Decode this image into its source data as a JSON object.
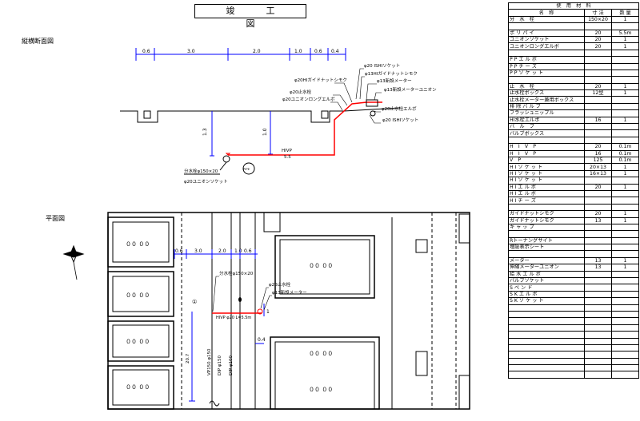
{
  "drawing": {
    "title": "竣　工　図",
    "section_label": "縦横断面図",
    "plan_label": "平面図"
  },
  "section": {
    "dims": [
      "0.6",
      "3.0",
      "2.0",
      "1.0",
      "0.6",
      "0.4"
    ],
    "labels": [
      "φ20 ISHIソケット",
      "φ20HIガイドナットシモク",
      "φ13HIガイドナットシモク",
      "φ13新設メーター",
      "φ20止水栓",
      "φ13新設メーターユニオン",
      "φ20ユニオンロングエルボ",
      "φ20止水栓エルボ",
      "φ20 ISHIソケット"
    ],
    "depths": [
      "1.3",
      "1.0"
    ],
    "pipe_label": "HIVP",
    "pipe_len": "5.5",
    "branch_labels": [
      "分水栓φ150×20",
      "φ20ユニオンソケット"
    ],
    "badge": "PIPE"
  },
  "plan": {
    "blocks": [
      "００ ００",
      "００ ００",
      "００ ００",
      "００ ００",
      "００ ００",
      "００ ００",
      "００ ００"
    ],
    "dims": [
      "0.6",
      "3.0",
      "2.0",
      "1.0",
      "0.6"
    ],
    "labels": [
      "分水栓φ150×20",
      "φ20止水栓",
      "φ13新設メーター",
      "HIVP φ20 L=5.5m"
    ],
    "vertical_labels": [
      "20.7",
      "VP150 φ150",
      "DIP φ150",
      "DIP φ100"
    ],
    "small_dims": [
      "0.4",
      "1"
    ],
    "marker": "①"
  },
  "table": {
    "title": "使　用　材　料",
    "headers": [
      "名　称",
      "寸 法",
      "数 量"
    ],
    "rows": [
      [
        "分　水　栓",
        "150×20",
        "1"
      ],
      [
        "",
        "",
        ""
      ],
      [
        "ポ リ パ イ",
        "20",
        "5.5m"
      ],
      [
        "ユニオンソケット",
        "20",
        "1"
      ],
      [
        "ユニオンロングエルボ",
        "20",
        "1"
      ],
      [
        "",
        "",
        ""
      ],
      [
        "P P エ ル ボ",
        "",
        ""
      ],
      [
        "P P チ ー ズ",
        "",
        ""
      ],
      [
        "P P ソ ケ ッ ト",
        "",
        ""
      ],
      [
        "",
        "",
        ""
      ],
      [
        "止　水　栓",
        "20",
        "1"
      ],
      [
        "止水栓ボックス",
        "12型",
        "1"
      ],
      [
        "止水栓メーター兼用ボックス",
        "",
        ""
      ],
      [
        "排 除 バ ル ブ",
        "",
        ""
      ],
      [
        "フラッシュニップル",
        "",
        ""
      ],
      [
        "HI水栓エルボ",
        "16",
        "1"
      ],
      [
        "バ　ル　ブ",
        "",
        ""
      ],
      [
        "バルブボックス",
        "",
        ""
      ],
      [
        "",
        "",
        ""
      ],
      [
        "H　I　V　P",
        "20",
        "0.1m"
      ],
      [
        "H　I　V　P",
        "16",
        "0.1m"
      ],
      [
        "V　P",
        "125",
        "0.1m"
      ],
      [
        "H I ソ ケ ッ ト",
        "20×13",
        "1"
      ],
      [
        "H I ソ ケ ッ ト",
        "16×13",
        "1"
      ],
      [
        "H I ソ ケ ッ ト",
        "",
        ""
      ],
      [
        "H I エ ル ボ",
        "20",
        "1"
      ],
      [
        "H I エ ル ボ",
        "",
        ""
      ],
      [
        "H I チ ー ズ",
        "",
        ""
      ],
      [
        "",
        "",
        ""
      ],
      [
        "ガイドナットシモク",
        "20",
        "1"
      ],
      [
        "ガイドナットシモク",
        "13",
        "1"
      ],
      [
        "キ ャ ッ プ",
        "",
        ""
      ],
      [
        "",
        "",
        ""
      ],
      [
        "Rトーナングサイト",
        "",
        ""
      ],
      [
        "埋設表示シート",
        "",
        ""
      ],
      [
        "",
        "",
        ""
      ],
      [
        "メーター",
        "13",
        "1"
      ],
      [
        "伸縮メーターユニオン",
        "13",
        "1"
      ],
      [
        "給 水 エ ル ボ",
        "",
        ""
      ],
      [
        "バルブソケット",
        "",
        ""
      ],
      [
        "S ベ ン ド",
        "",
        ""
      ],
      [
        "S K エ ル ボ",
        "",
        ""
      ],
      [
        "S K ソ ケ ッ ト",
        "",
        ""
      ],
      [
        "",
        "",
        ""
      ],
      [
        "",
        "",
        ""
      ],
      [
        "",
        "",
        ""
      ],
      [
        "",
        "",
        ""
      ],
      [
        "",
        "",
        ""
      ],
      [
        "",
        "",
        ""
      ],
      [
        "",
        "",
        ""
      ],
      [
        "",
        "",
        ""
      ],
      [
        "",
        "",
        ""
      ],
      [
        "",
        "",
        ""
      ],
      [
        "",
        "",
        ""
      ]
    ]
  }
}
